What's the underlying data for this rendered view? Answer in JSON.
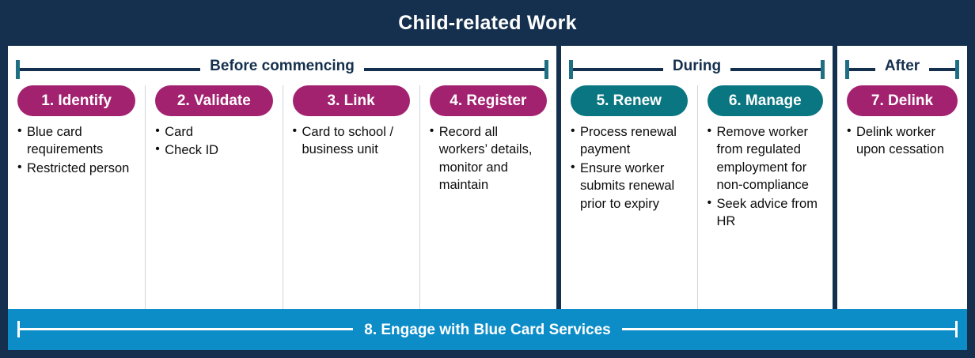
{
  "header": {
    "title": "Child-related Work"
  },
  "colors": {
    "navy": "#15304E",
    "magenta": "#A32270",
    "teal": "#0A7681",
    "blue_banner": "#0D8DC8",
    "bracket_cap": "#1E6E84",
    "divider": "#cfd4da"
  },
  "phases": [
    {
      "label": "Before commencing",
      "steps": [
        {
          "pill": "1. Identify",
          "pill_color": "magenta",
          "bullets": [
            "Blue card requirements",
            "Restricted person"
          ]
        },
        {
          "pill": "2. Validate",
          "pill_color": "magenta",
          "bullets": [
            "Card",
            "Check ID"
          ]
        },
        {
          "pill": "3. Link",
          "pill_color": "magenta",
          "bullets": [
            "Card to school / business unit"
          ]
        },
        {
          "pill": "4. Register",
          "pill_color": "magenta",
          "bullets": [
            "Record all workers’ details, monitor and maintain"
          ]
        }
      ]
    },
    {
      "label": "During",
      "steps": [
        {
          "pill": "5. Renew",
          "pill_color": "teal",
          "bullets": [
            "Process renewal payment",
            "Ensure worker submits renewal prior to expiry"
          ]
        },
        {
          "pill": "6. Manage",
          "pill_color": "teal",
          "bullets": [
            "Remove worker from regulated employment for non-compliance",
            "Seek advice from HR"
          ]
        }
      ]
    },
    {
      "label": "After",
      "steps": [
        {
          "pill": "7. Delink",
          "pill_color": "magenta",
          "bullets": [
            "Delink worker upon cessation"
          ]
        }
      ]
    }
  ],
  "footer": {
    "label": "8. Engage with Blue Card Services"
  }
}
